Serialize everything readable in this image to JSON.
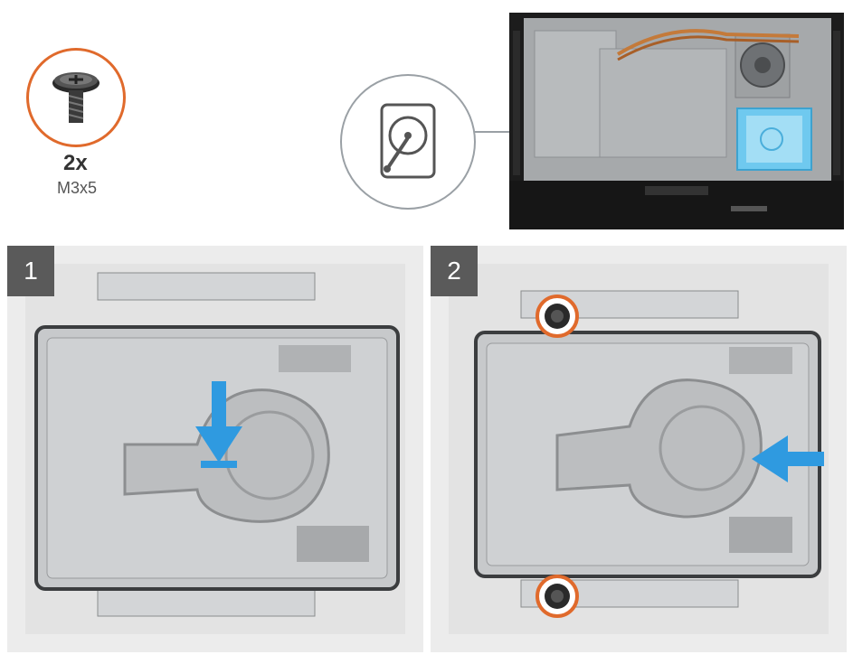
{
  "screw": {
    "icon": "screw-icon",
    "quantity_label": "2x",
    "size_label": "M3x5",
    "ring_color": "#e06a2c"
  },
  "callout": {
    "icon": "hard-drive-icon"
  },
  "steps": [
    {
      "number": "1",
      "arrow": "down",
      "arrow_color": "#2f9ae0"
    },
    {
      "number": "2",
      "arrow": "left",
      "arrow_color": "#2f9ae0"
    }
  ],
  "colors": {
    "accent": "#e06a2c",
    "highlight": "#6fc9ef",
    "step_badge": "#5a5a5a"
  }
}
